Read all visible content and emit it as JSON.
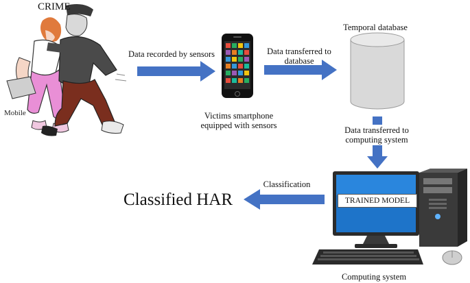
{
  "diagram": {
    "crime_label": "CRIME",
    "mobile_label": "Mobile",
    "arrow_sensors_label": "Data recorded by sensors",
    "arrow_database_label": "Data transferred to database",
    "database_label": "Temporal database",
    "smartphone_caption": "Victims smartphone equipped with sensors",
    "arrow_computing_label": "Data transferred to computing system",
    "classification_label": "Classification",
    "result_label": "Classified HAR",
    "screen_label": "TRAINED MODEL",
    "computer_caption": "Computing system"
  },
  "colors": {
    "arrow": "#4472c4",
    "database_fill": "#d9d9d9",
    "screen_fill": "#1e74c9",
    "computer_body": "#3a3a3a"
  }
}
